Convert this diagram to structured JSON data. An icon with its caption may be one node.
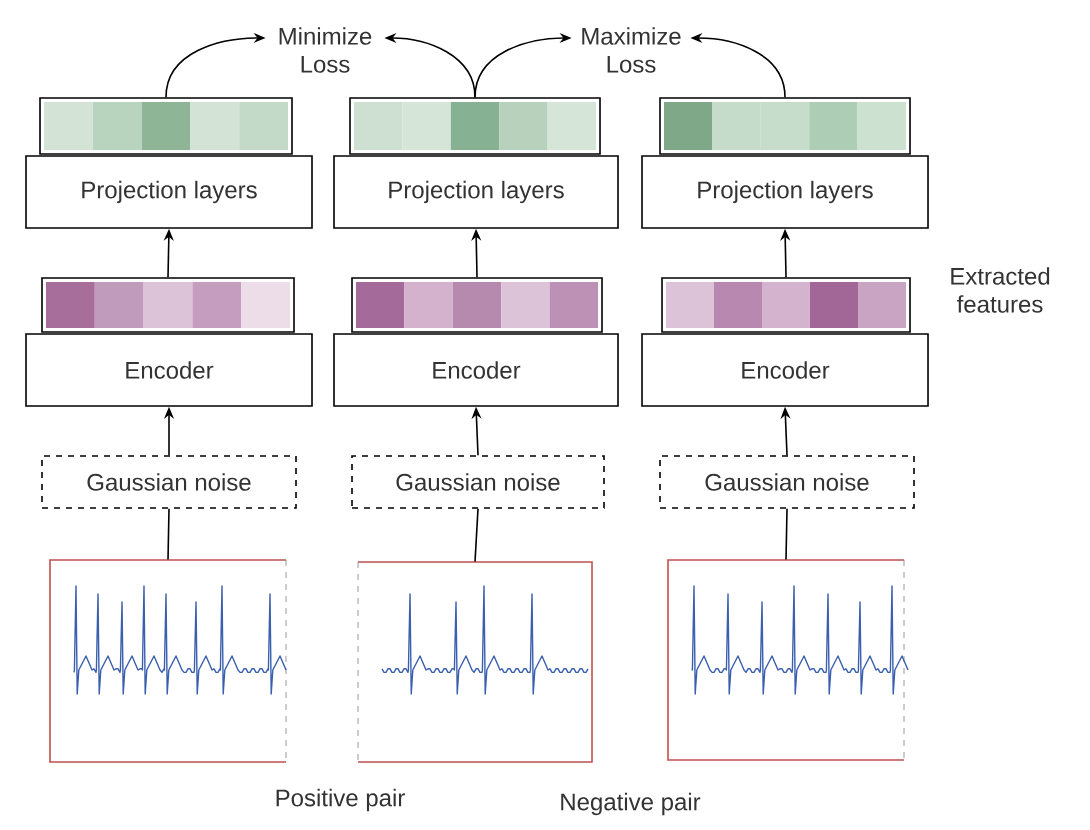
{
  "diagram": {
    "nodes": [
      {
        "text": [
          "Minimize Loss"
        ]
      },
      {
        "text": [
          "Maximize Loss"
        ]
      },
      {
        "text": [],
        "shape": "bar"
      },
      {
        "text": [],
        "shape": "bar"
      },
      {
        "text": [],
        "shape": "bar"
      },
      {
        "text": [
          "Projection layers"
        ]
      },
      {
        "text": [
          "Projection layers"
        ]
      },
      {
        "text": [
          "Projection layers"
        ]
      },
      {
        "text": [],
        "shape": "bar"
      },
      {
        "text": [],
        "shape": "bar"
      },
      {
        "text": [],
        "shape": "bar",
        "beside": [
          "Extracted features"
        ]
      },
      {
        "text": [
          "Encoder"
        ]
      },
      {
        "text": [
          "Encoder"
        ]
      },
      {
        "text": [
          "Encoder"
        ]
      },
      {
        "text": [
          "Gaussian noise"
        ]
      },
      {
        "text": [
          "Gaussian noise"
        ]
      },
      {
        "text": [
          "Gaussian noise"
        ]
      },
      {
        "text": [],
        "shape": "picture"
      },
      {
        "text": [],
        "shape": "picture"
      },
      {
        "text": [],
        "shape": "picture"
      }
    ],
    "edges": [
      {
        "from": 2,
        "to": 0,
        "arrow": "to"
      },
      {
        "from": 3,
        "to": 0,
        "arrow": "to"
      },
      {
        "from": 3,
        "to": 1,
        "arrow": "to"
      },
      {
        "from": 4,
        "to": 1,
        "arrow": "to"
      },
      {
        "from": 8,
        "to": 5,
        "arrow": "to"
      },
      {
        "from": 9,
        "to": 6,
        "arrow": "to"
      },
      {
        "from": 10,
        "to": 7,
        "arrow": "to"
      },
      {
        "from": 14,
        "to": 11,
        "arrow": "to"
      },
      {
        "from": 15,
        "to": 12,
        "arrow": "to"
      },
      {
        "from": 16,
        "to": 13,
        "arrow": "to"
      },
      {
        "from": 17,
        "to": 14,
        "arrow": "none"
      },
      {
        "from": 18,
        "to": 15,
        "arrow": "none"
      },
      {
        "from": 19,
        "to": 16,
        "arrow": "none"
      }
    ],
    "labels": [
      "Positive pair",
      "Negative pair"
    ]
  }
}
